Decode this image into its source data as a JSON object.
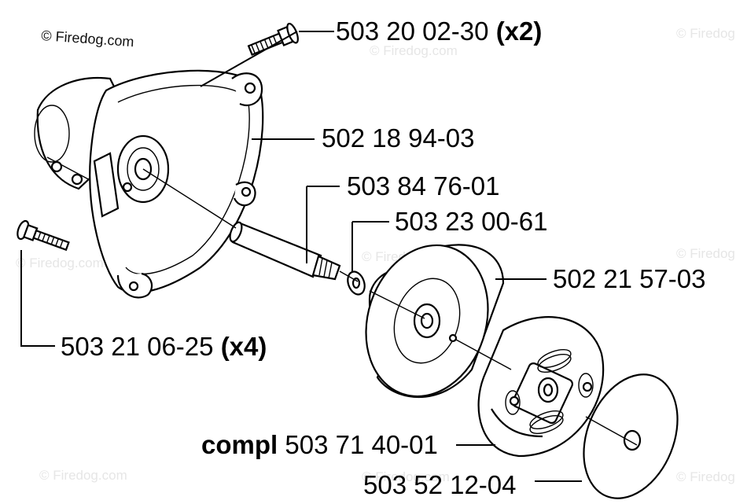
{
  "watermark": {
    "main": "© Firedog.com",
    "faint": "© Firedog.com"
  },
  "parts": [
    {
      "number": "503 20 02-30",
      "qty": "(x2)"
    },
    {
      "number": "502 18 94-03",
      "qty": ""
    },
    {
      "number": "503 84 76-01",
      "qty": ""
    },
    {
      "number": "503 23 00-61",
      "qty": ""
    },
    {
      "number": "502 21 57-03",
      "qty": ""
    },
    {
      "number": "503 21 06-25",
      "qty": "(x4)"
    },
    {
      "prefix": "compl",
      "number": "503 71 40-01",
      "qty": ""
    },
    {
      "number": "503 52 12-04",
      "qty": ""
    }
  ]
}
